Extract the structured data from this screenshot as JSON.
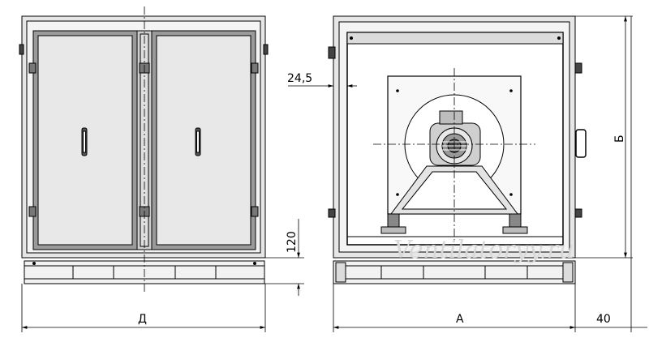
{
  "dimensions": {
    "width_front": "Д",
    "width_side": "А",
    "height": "Б",
    "base_height": "120",
    "side_offset": "40",
    "inlet_offset": "24,5"
  },
  "watermark": "Ventilatoryy.ru",
  "colors": {
    "line": "#000000",
    "panel_fill": "#e6e6e6",
    "door_fill": "#9a9a9a",
    "inner_fill": "#ffffff",
    "base_fill": "#f2f2f2"
  }
}
